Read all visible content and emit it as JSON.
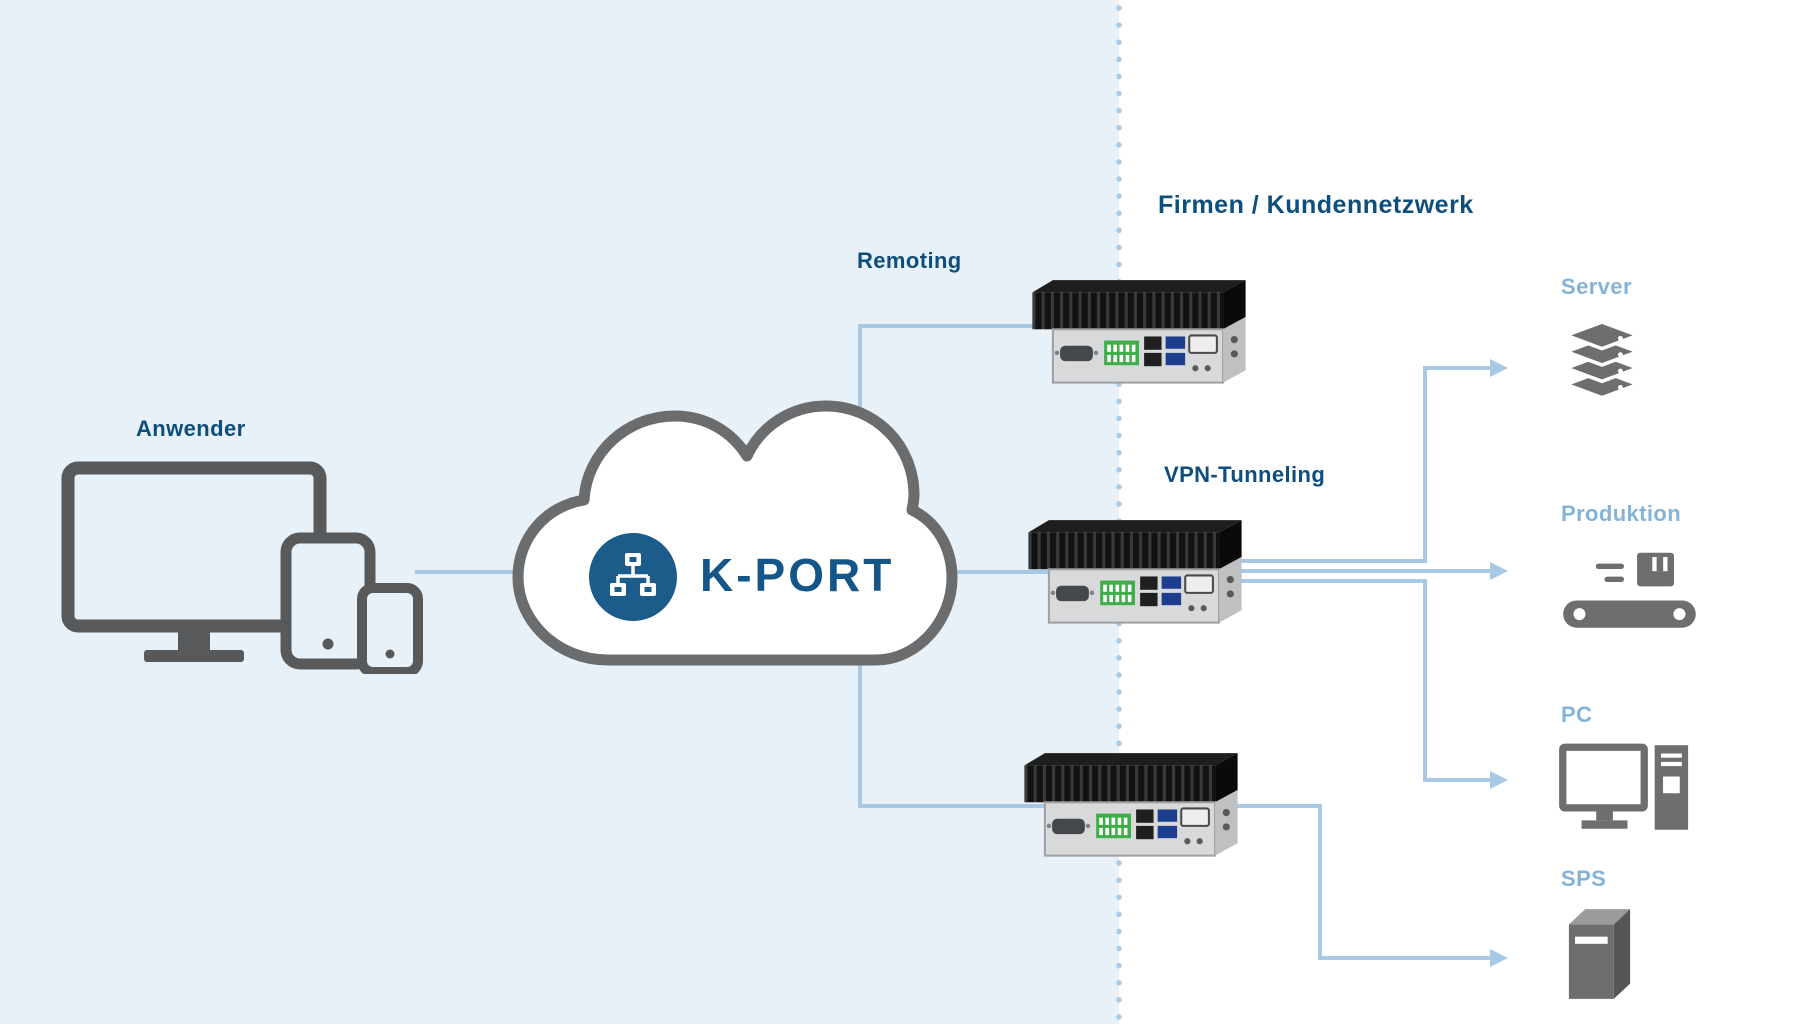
{
  "labels": {
    "anwender": "Anwender",
    "remoting": "Remoting",
    "vpn_tunneling": "VPN-Tunneling",
    "network_heading": "Firmen / Kundennetzwerk",
    "kport": "K-PORT",
    "server": "Server",
    "produktion": "Produktion",
    "pc": "PC",
    "sps": "SPS"
  },
  "colors": {
    "left_background": "#e9f1f8",
    "right_background": "#ffffff",
    "dark_blue_text": "#0d4e7d",
    "light_blue_text": "#84b3d8",
    "connection_line": "#a7c9e6",
    "divider_dots": "#a9cbe7",
    "icon_gray": "#6d6e70",
    "device_outline_gray": "#58595b",
    "kport_badge_blue": "#1b5c8b",
    "kport_text_blue": "#135687",
    "terminal_green": "#3fae49"
  },
  "icons": [
    "monitor-icon",
    "tablet-icon",
    "smartphone-icon",
    "cloud-shape",
    "kport-network-icon",
    "industrial-pc-icon",
    "server-icon",
    "production-conveyor-icon",
    "desktop-pc-icon",
    "sps-controller-icon"
  ],
  "connections": [
    {
      "from": "anwender-devices",
      "to": "kport-cloud"
    },
    {
      "from": "kport-cloud",
      "to": "gateway-remoting"
    },
    {
      "from": "kport-cloud",
      "to": "gateway-vpn-tunneling"
    },
    {
      "from": "kport-cloud",
      "to": "gateway-bottom"
    },
    {
      "from": "gateway-vpn-tunneling",
      "to": "server"
    },
    {
      "from": "gateway-vpn-tunneling",
      "to": "produktion"
    },
    {
      "from": "gateway-vpn-tunneling",
      "to": "pc"
    },
    {
      "from": "gateway-bottom",
      "to": "sps"
    }
  ]
}
